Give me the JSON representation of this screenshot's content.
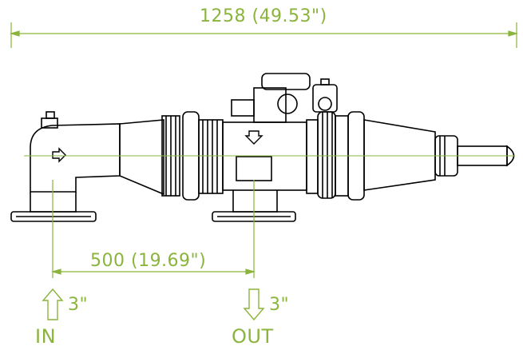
{
  "dimensions": {
    "overall_length": "1258 (49.53\")",
    "port_spacing": "500 (19.69\")"
  },
  "ports": {
    "inlet": {
      "label": "IN",
      "size": "3\"",
      "arrow": "arrow-up-icon"
    },
    "outlet": {
      "label": "OUT",
      "size": "3\"",
      "arrow": "arrow-down-icon"
    }
  },
  "colors": {
    "dimension_lines": "#8ab43c",
    "drawing_lines": "#000000"
  }
}
